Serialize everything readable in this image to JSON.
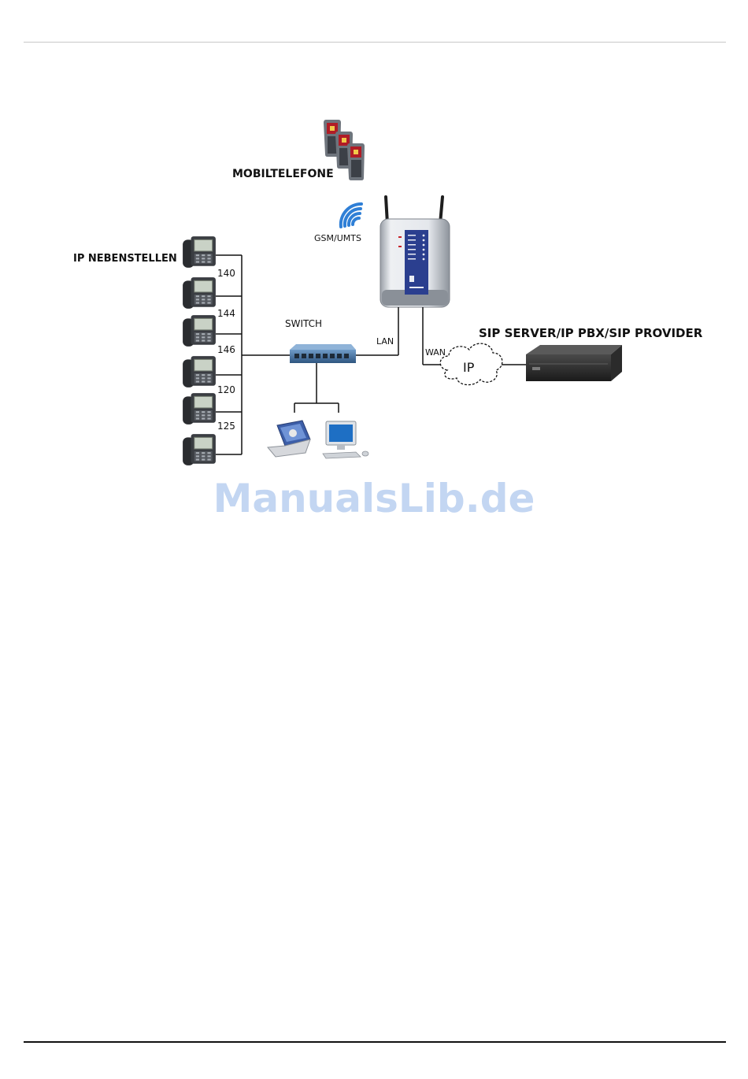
{
  "labels": {
    "mobile_phones": "MOBILTELEFONE",
    "gsm_umts": "GSM/UMTS",
    "ip_extensions": "IP NEBENSTELLEN",
    "switch": "SWITCH",
    "lan": "LAN",
    "wan": "WAN",
    "ip_cloud": "IP",
    "sip_server": "SIP SERVER/IP PBX/SIP PROVIDER"
  },
  "extensions": [
    "140",
    "144",
    "146",
    "120",
    "125"
  ],
  "watermark": "ManualsLib.de",
  "colors": {
    "wifi": "#2f7fd6",
    "gateway_panel": "#2b3f8f",
    "switch": "#3d6c9c",
    "phone_badge": "#c0202a",
    "watermark": "#c3d6f2"
  }
}
